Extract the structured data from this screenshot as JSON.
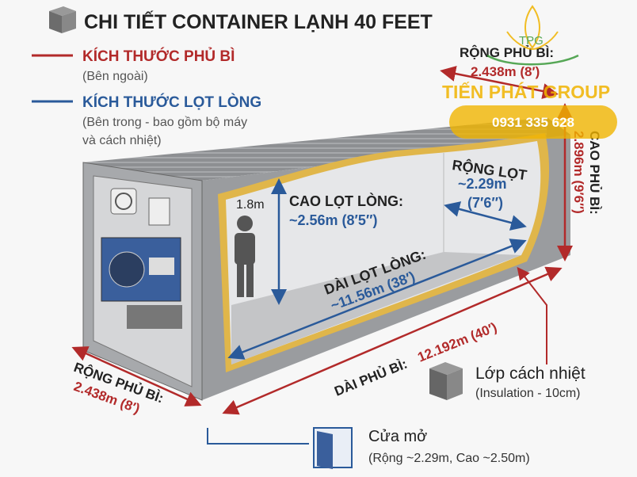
{
  "title": "CHI TIẾT CONTAINER LẠNH 40 FEET",
  "legend": {
    "outer": {
      "label": "KÍCH THƯỚC PHỦ BÌ",
      "note": "(Bên ngoài)",
      "color": "#b22a2a"
    },
    "inner": {
      "label": "KÍCH THƯỚC LỌT LÒNG",
      "note_line1": "(Bên trong - bao gồm bộ máy",
      "note_line2": "và cách nhiệt)",
      "color": "#2a5a9a"
    }
  },
  "outer_dims": {
    "width_top": {
      "label": "RỘNG PHỦ BÌ:",
      "value": "2.438m (8′)"
    },
    "height": {
      "label": "CAO PHỦ BÌ:",
      "value": "2.896m (9′6″)"
    },
    "length": {
      "label": "DÀI PHỦ BÌ:",
      "value": "12.192m (40′)"
    },
    "width_front": {
      "label": "RỘNG PHỦ BÌ:",
      "value": "2.438m (8′)"
    }
  },
  "inner_dims": {
    "person": "1.8m",
    "height": {
      "label": "CAO LỌT LÒNG:",
      "value": "~2.56m (8′5″)"
    },
    "width": {
      "label": "RỘNG LỌT",
      "value": "~2.29m",
      "value_ft": "(7′6″)"
    },
    "length": {
      "label": "DÀI LỌT LÒNG:",
      "value": "~11.56m (38′)"
    }
  },
  "insulation": {
    "label": "Lớp cách nhiệt",
    "note": "(Insulation - 10cm)"
  },
  "door": {
    "label": "Cửa mở",
    "note": "(Rộng ~2.29m, Cao ~2.50m)"
  },
  "watermark": {
    "logo": "TPG",
    "company": "TIẾN PHÁT GROUP",
    "phone": "0931 335 628",
    "color": "#f0b400"
  }
}
